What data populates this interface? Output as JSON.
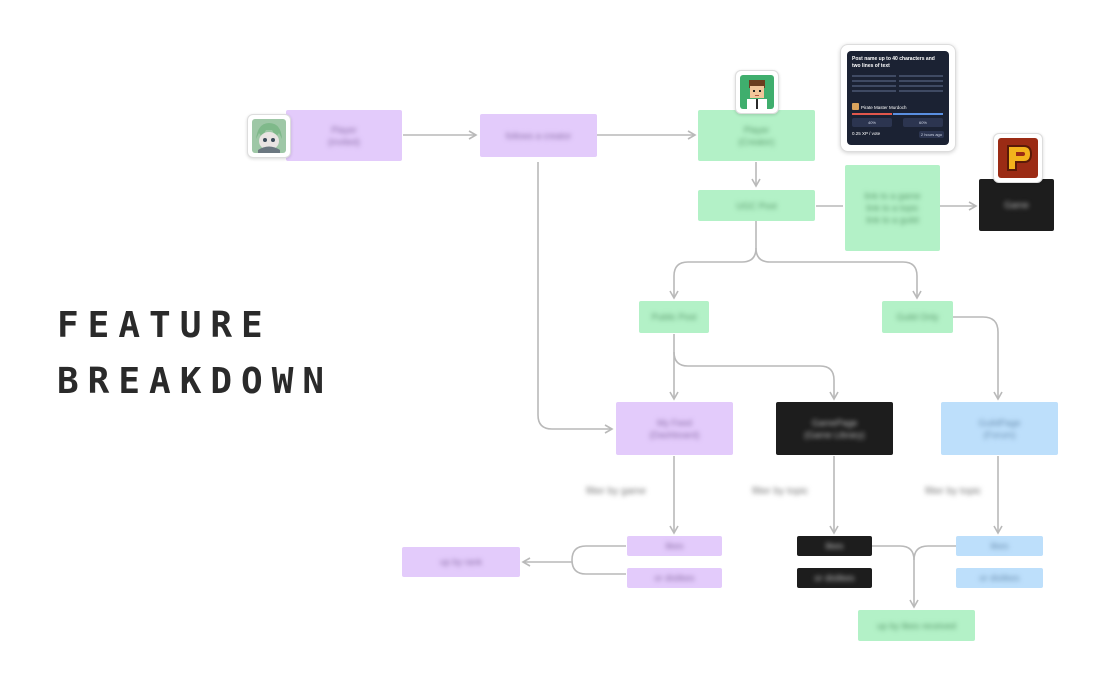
{
  "title": {
    "line1": "FEATURE",
    "line2": "BREAKDOWN"
  },
  "nodes": {
    "player_invited": "Player\n(invited)",
    "follows_creator": "follows a creator",
    "player_creator": "Player\n(Creator)",
    "ugc_post": "UGC Post",
    "link_to": "link to a game\nlink to a topic\nlink to a guild",
    "game": "Game",
    "public_post": "Public Post",
    "guild_only": "Guild Only",
    "my_feed": "My Feed\n(Dashboard)",
    "game_page": "GamePage\n(Game Library)",
    "guild_page": "GuildPage\n(Forum)",
    "list_purple": "likes",
    "dislikes_purple": "or dislikes",
    "up_by_rank": "up by rank",
    "list_dark": "likes",
    "dislikes_dark": "or dislikes",
    "list_blue": "likes",
    "dislikes_blue": "or dislikes",
    "up_by_likes": "up by likes received"
  },
  "labels": {
    "filter_game": "filter by game",
    "filter_topic_1": "filter by topic",
    "filter_topic_2": "filter by topic"
  },
  "post_card": {
    "headline": "Post name up to 40 characters and two lines of text",
    "author": "Pirate Master Murdoch",
    "stat_left": "40%",
    "stat_right": "60%",
    "xp": "0.25 XP / vote",
    "time": "2 hours ago"
  },
  "icons": {
    "avatar_invited": "anime-avatar-icon",
    "avatar_creator": "pixel-avatar-icon",
    "game_logo": "game-logo-icon"
  },
  "colors": {
    "purple": "#e3cbfb",
    "green": "#b3f1c7",
    "dark": "#1d1d1d",
    "blue": "#bddffb",
    "edge": "#b9b9b9"
  }
}
